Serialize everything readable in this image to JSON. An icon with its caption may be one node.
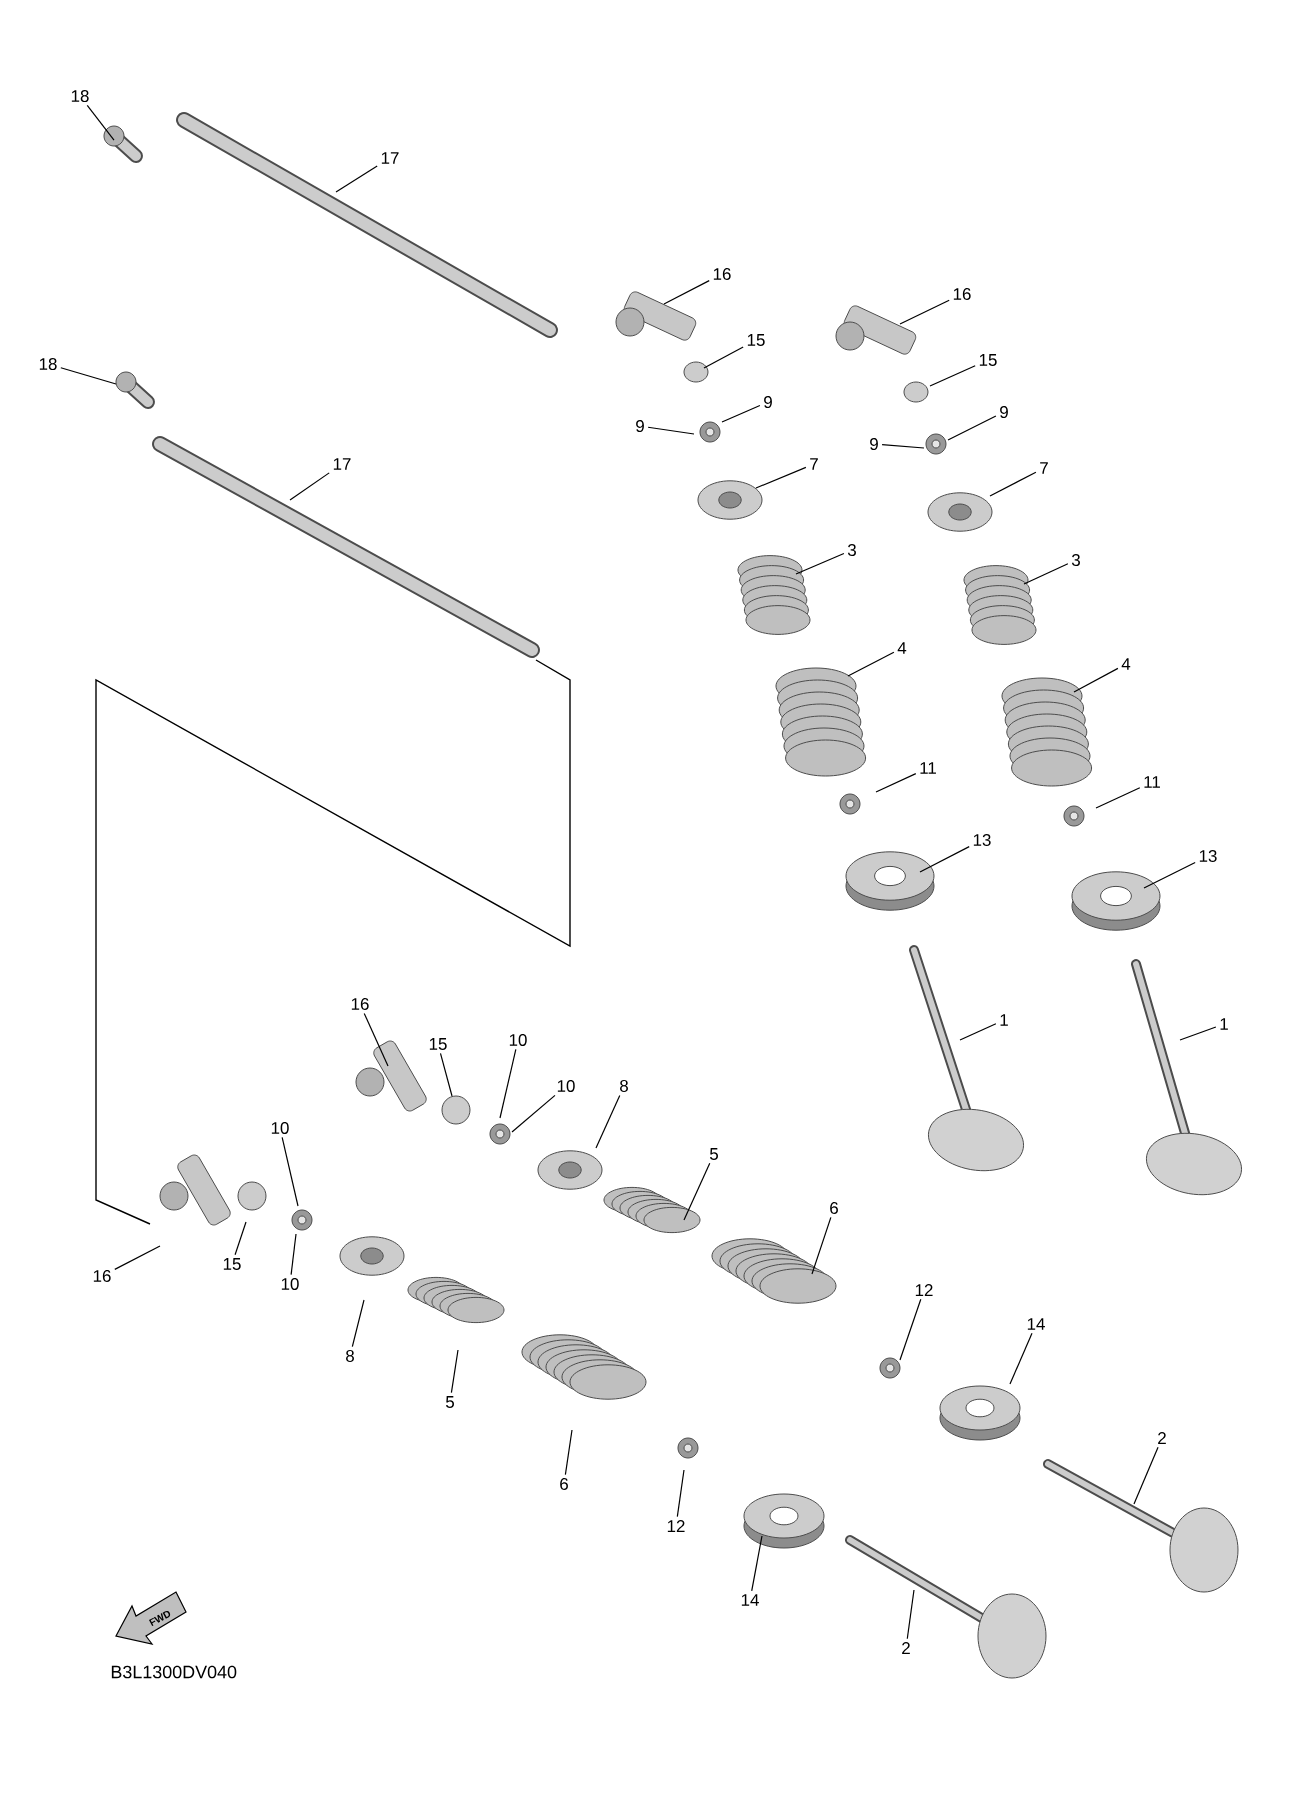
{
  "diagram": {
    "nodes": [
      {
        "text": [
          "18"
        ]
      },
      {
        "text": [
          "17"
        ]
      },
      {
        "text": [
          "16"
        ]
      },
      {
        "text": [
          "15"
        ]
      },
      {
        "text": [
          "9"
        ]
      },
      {
        "text": [
          "9"
        ]
      },
      {
        "text": [
          "7"
        ]
      },
      {
        "text": [
          "3"
        ]
      },
      {
        "text": [
          "4"
        ]
      },
      {
        "text": [
          "11"
        ]
      },
      {
        "text": [
          "13"
        ]
      },
      {
        "text": [
          "1"
        ]
      },
      {
        "text": [
          "16"
        ]
      },
      {
        "text": [
          "15"
        ]
      },
      {
        "text": [
          "9"
        ]
      },
      {
        "text": [
          "9"
        ]
      },
      {
        "text": [
          "7"
        ]
      },
      {
        "text": [
          "3"
        ]
      },
      {
        "text": [
          "4"
        ]
      },
      {
        "text": [
          "11"
        ]
      },
      {
        "text": [
          "13"
        ]
      },
      {
        "text": [
          "1"
        ]
      },
      {
        "text": [
          "18"
        ]
      },
      {
        "text": [
          "17"
        ]
      },
      {
        "text": [
          "16"
        ]
      },
      {
        "text": [
          "15"
        ]
      },
      {
        "text": [
          "10"
        ]
      },
      {
        "text": [
          "10"
        ]
      },
      {
        "text": [
          "8"
        ]
      },
      {
        "text": [
          "5"
        ]
      },
      {
        "text": [
          "6"
        ]
      },
      {
        "text": [
          "12"
        ]
      },
      {
        "text": [
          "14"
        ]
      },
      {
        "text": [
          "2"
        ]
      },
      {
        "text": [
          "10"
        ]
      },
      {
        "text": [
          "16"
        ]
      },
      {
        "text": [
          "15"
        ]
      },
      {
        "text": [
          "10"
        ]
      },
      {
        "text": [
          "8"
        ]
      },
      {
        "text": [
          "5"
        ]
      },
      {
        "text": [
          "6"
        ]
      },
      {
        "text": [
          "12"
        ]
      },
      {
        "text": [
          "14"
        ]
      },
      {
        "text": [
          "2"
        ]
      }
    ],
    "edges": [
      {
        "from": 0,
        "to": null,
        "arrow": "none"
      },
      {
        "from": 1,
        "to": null,
        "arrow": "none"
      },
      {
        "from": 2,
        "to": null,
        "arrow": "none"
      },
      {
        "from": 3,
        "to": null,
        "arrow": "none"
      },
      {
        "from": 4,
        "to": null,
        "arrow": "none"
      },
      {
        "from": 5,
        "to": null,
        "arrow": "none"
      },
      {
        "from": 6,
        "to": null,
        "arrow": "none"
      },
      {
        "from": 7,
        "to": null,
        "arrow": "none"
      },
      {
        "from": 8,
        "to": null,
        "arrow": "none"
      },
      {
        "from": 9,
        "to": null,
        "arrow": "none"
      },
      {
        "from": 10,
        "to": null,
        "arrow": "none"
      },
      {
        "from": 11,
        "to": null,
        "arrow": "none"
      },
      {
        "from": 12,
        "to": null,
        "arrow": "none"
      },
      {
        "from": 13,
        "to": null,
        "arrow": "none"
      },
      {
        "from": 14,
        "to": null,
        "arrow": "none"
      },
      {
        "from": 15,
        "to": null,
        "arrow": "none"
      },
      {
        "from": 16,
        "to": null,
        "arrow": "none"
      },
      {
        "from": 17,
        "to": null,
        "arrow": "none"
      },
      {
        "from": 18,
        "to": null,
        "arrow": "none"
      },
      {
        "from": 19,
        "to": null,
        "arrow": "none"
      },
      {
        "from": 20,
        "to": null,
        "arrow": "none"
      },
      {
        "from": 21,
        "to": null,
        "arrow": "none"
      },
      {
        "from": 22,
        "to": null,
        "arrow": "none"
      },
      {
        "from": 23,
        "to": null,
        "arrow": "none"
      },
      {
        "from": 24,
        "to": null,
        "arrow": "none"
      },
      {
        "from": 25,
        "to": null,
        "arrow": "none"
      },
      {
        "from": 26,
        "to": null,
        "arrow": "none"
      },
      {
        "from": 27,
        "to": null,
        "arrow": "none"
      },
      {
        "from": 28,
        "to": null,
        "arrow": "none"
      },
      {
        "from": 29,
        "to": null,
        "arrow": "none"
      },
      {
        "from": 30,
        "to": null,
        "arrow": "none"
      },
      {
        "from": 31,
        "to": null,
        "arrow": "none"
      },
      {
        "from": 32,
        "to": null,
        "arrow": "none"
      },
      {
        "from": 33,
        "to": null,
        "arrow": "none"
      },
      {
        "from": 34,
        "to": null,
        "arrow": "none"
      },
      {
        "from": 35,
        "to": null,
        "arrow": "none"
      },
      {
        "from": 36,
        "to": null,
        "arrow": "none"
      },
      {
        "from": 37,
        "to": null,
        "arrow": "none"
      },
      {
        "from": 38,
        "to": null,
        "arrow": "none"
      },
      {
        "from": 39,
        "to": null,
        "arrow": "none"
      },
      {
        "from": 40,
        "to": null,
        "arrow": "none"
      },
      {
        "from": 41,
        "to": null,
        "arrow": "none"
      },
      {
        "from": 42,
        "to": null,
        "arrow": "none"
      },
      {
        "from": 43,
        "to": null,
        "arrow": "none"
      }
    ],
    "labels": [
      "FWD",
      "B3L1300DV040"
    ]
  }
}
